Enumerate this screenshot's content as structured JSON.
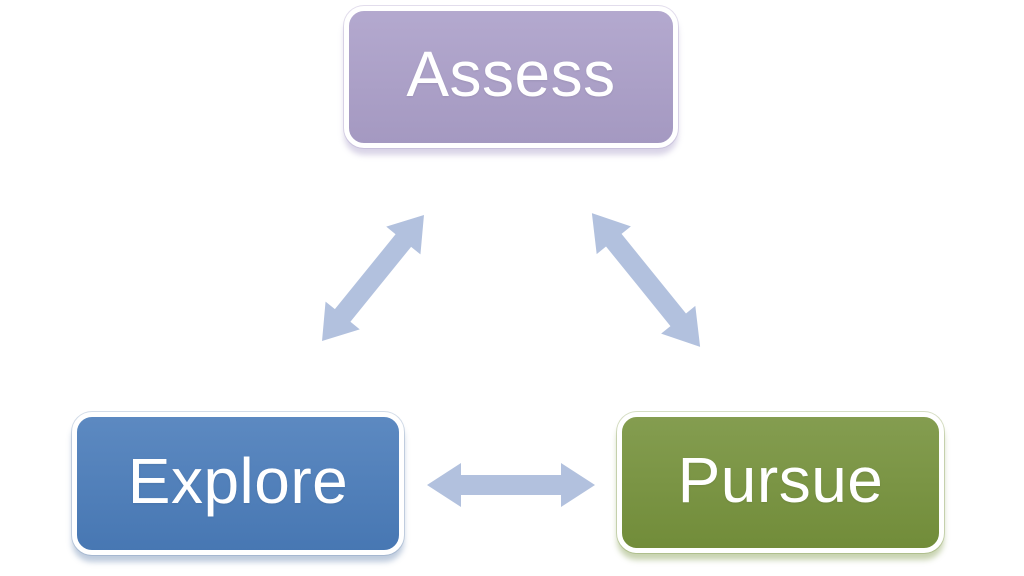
{
  "diagram": {
    "background": "#ffffff",
    "text_color": "#ffffff",
    "nodes": [
      {
        "id": "assess",
        "label": "Assess",
        "fill": "#ab9fc9",
        "border": "#ffffff"
      },
      {
        "id": "explore",
        "label": "Explore",
        "fill": "#4a7cba",
        "border": "#ffffff"
      },
      {
        "id": "pursue",
        "label": "Pursue",
        "fill": "#76923c",
        "border": "#ffffff"
      }
    ],
    "connectors": [
      {
        "id": "assess-explore",
        "from": "assess",
        "to": "explore",
        "type": "double-arrow",
        "color": "#b2c1de"
      },
      {
        "id": "assess-pursue",
        "from": "assess",
        "to": "pursue",
        "type": "double-arrow",
        "color": "#b2c1de"
      },
      {
        "id": "explore-pursue",
        "from": "explore",
        "to": "pursue",
        "type": "double-arrow",
        "color": "#b2c1de"
      }
    ]
  }
}
